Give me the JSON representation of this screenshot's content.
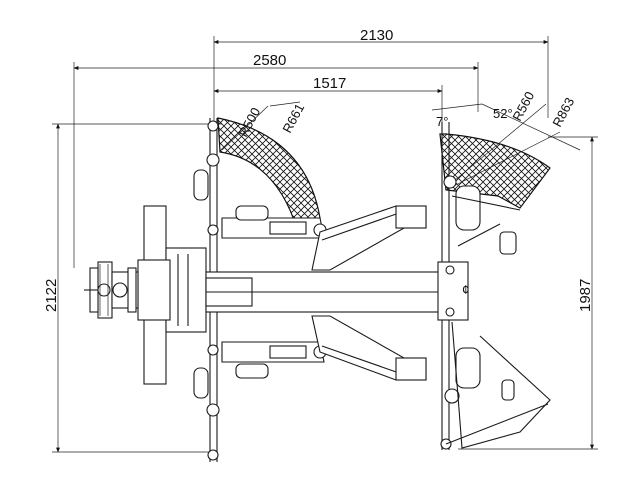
{
  "diagram": {
    "dimensions": {
      "overall_width_right": "2130",
      "overall_width_left": "2580",
      "inner_width": "1517",
      "height_left": "2122",
      "height_right": "1987"
    },
    "radii": {
      "left_inner": "R500",
      "left_outer": "R661",
      "right_inner": "R560",
      "right_outer": "R863"
    },
    "angles": {
      "small_angle": "7°",
      "large_angle": "52°"
    }
  }
}
